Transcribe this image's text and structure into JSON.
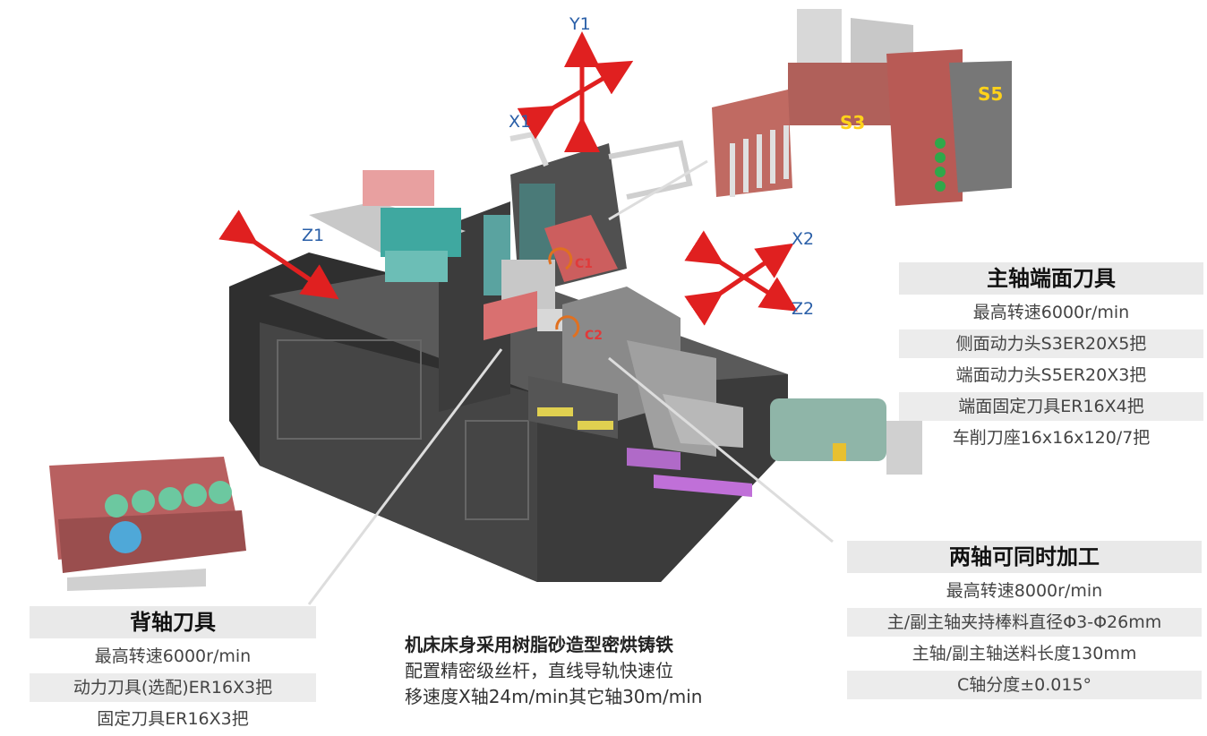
{
  "axis_labels": {
    "y1": "Y1",
    "x1": "X1",
    "z1": "Z1",
    "x2": "X2",
    "z2": "Z2",
    "c1": "C1",
    "c2": "C2",
    "s3": "S3",
    "s5": "S5"
  },
  "spindle_face_tools": {
    "title": "主轴端面刀具",
    "rows": [
      "最高转速6000r/min",
      "侧面动力头S3ER20X5把",
      "端面动力头S5ER20X3把",
      "端面固定刀具ER16X4把",
      "车削刀座16x16x120/7把"
    ]
  },
  "dual_axis": {
    "title": "两轴可同时加工",
    "rows": [
      "最高转速8000r/min",
      "主/副主轴夹持棒料直径Φ3-Φ26mm",
      "主轴/副主轴送料长度130mm",
      "C轴分度±0.015°"
    ]
  },
  "back_axis_tools": {
    "title": "背轴刀具",
    "rows": [
      "最高转速6000r/min",
      "动力刀具(选配)ER16X3把",
      "固定刀具ER16X3把"
    ]
  },
  "bed_caption": {
    "line1": "机床床身采用树脂砂造型密烘铸铁",
    "line2": "配置精密级丝杆，直线导轨快速位",
    "line3": "移速度X轴24m/min其它轴30m/min"
  },
  "colors": {
    "arrow": "#e02020",
    "axis_text": "#2a5fa8",
    "tool_block": "#b85a55",
    "machine_dark": "#3a3a3a",
    "panel_bg": "#e9e9e9"
  }
}
